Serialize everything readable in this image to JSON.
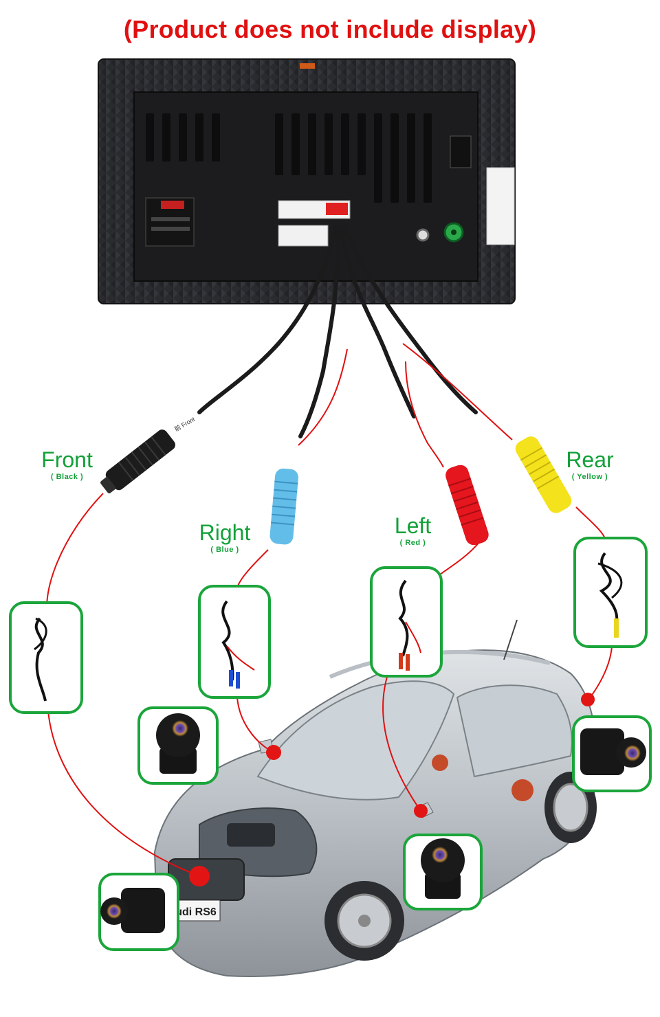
{
  "notice": "(Product does not include display)",
  "channels": [
    {
      "id": "front",
      "name": "Front",
      "color_name": "( Black )",
      "color": "#1a1a1a"
    },
    {
      "id": "right",
      "name": "Right",
      "color_name": "( Blue )",
      "color": "#5ab4e6"
    },
    {
      "id": "left",
      "name": "Left",
      "color_name": "( Red )",
      "color": "#e01820"
    },
    {
      "id": "rear",
      "name": "Rear",
      "color_name": "( Yellow )",
      "color": "#f2e11a"
    }
  ],
  "cable_tag": "前 Front",
  "car_plate": "udi RS6",
  "accent": "#13a13a",
  "wire_color": "#e01010"
}
